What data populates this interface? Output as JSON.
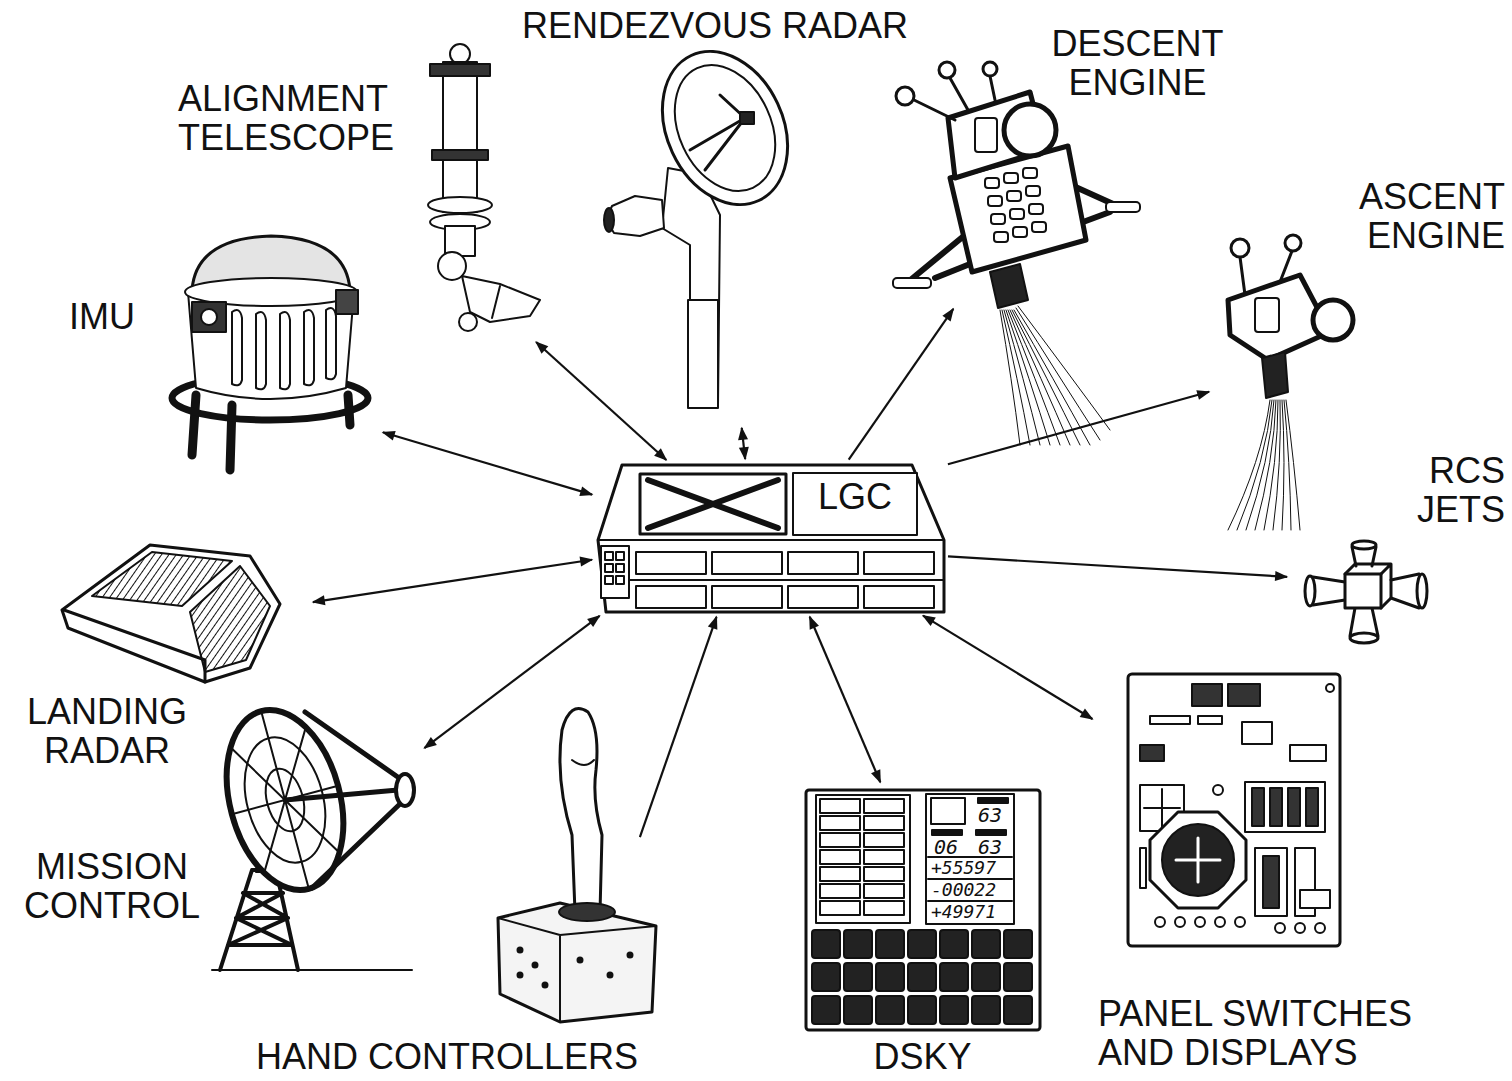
{
  "diagram": {
    "nodes": [
      {
        "text": [
          "RENDEZVOUS RADAR"
        ]
      },
      {
        "text": [
          "DESCENT ENGINE"
        ]
      },
      {
        "text": [
          "ALIGNMENT TELESCOPE"
        ]
      },
      {
        "text": [
          "ASCENT ENGINE"
        ]
      },
      {
        "text": [
          "IMU"
        ]
      },
      {
        "text": [
          "RCS JETS"
        ]
      },
      {
        "text": [
          "LGC"
        ]
      },
      {
        "text": [
          "LANDING RADAR"
        ]
      },
      {
        "text": [
          "MISSION CONTROL"
        ]
      },
      {
        "text": [
          "PANEL SWITCHES AND DISPLAYS"
        ]
      },
      {
        "text": [
          "HAND CONTROLLERS"
        ]
      },
      {
        "text": [
          "DSKY"
        ]
      }
    ],
    "edges": [
      {
        "from": 6,
        "to": 4,
        "arrow": "both"
      },
      {
        "from": 6,
        "to": 2,
        "arrow": "both"
      },
      {
        "from": 6,
        "to": 0,
        "arrow": "both"
      },
      {
        "from": 6,
        "to": 1,
        "arrow": "to"
      },
      {
        "from": 6,
        "to": 3,
        "arrow": "to"
      },
      {
        "from": 6,
        "to": 5,
        "arrow": "to"
      },
      {
        "from": 6,
        "to": 9,
        "arrow": "both"
      },
      {
        "from": 6,
        "to": 11,
        "arrow": "both"
      },
      {
        "from": 10,
        "to": 6,
        "arrow": "to"
      },
      {
        "from": 6,
        "to": 8,
        "arrow": "both"
      },
      {
        "from": 6,
        "to": 7,
        "arrow": "both"
      }
    ],
    "labels": [
      "63",
      "06",
      "63",
      "+55597",
      "-00022",
      "+49971"
    ]
  }
}
